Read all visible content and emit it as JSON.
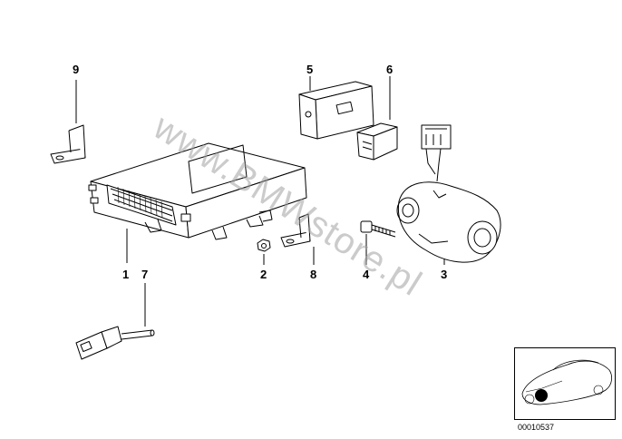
{
  "callouts": {
    "c1": "1",
    "c2": "2",
    "c3": "3",
    "c4": "4",
    "c5": "5",
    "c6": "6",
    "c7": "7",
    "c8": "8",
    "c9": "9"
  },
  "watermark": "www.BMWstore.pl",
  "diagram_id": "00010537"
}
